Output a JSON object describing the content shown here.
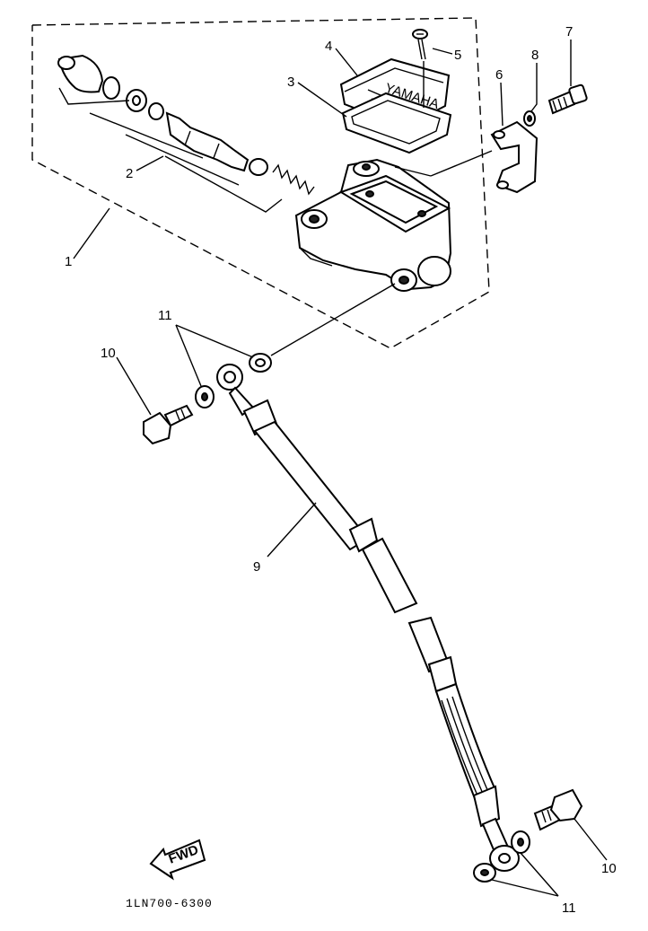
{
  "callouts": {
    "c1": "1",
    "c2": "2",
    "c3": "3",
    "c4": "4",
    "c5": "5",
    "c6": "6",
    "c7": "7",
    "c8": "8",
    "c9": "9",
    "c10a": "10",
    "c10b": "10",
    "c11a": "11",
    "c11b": "11"
  },
  "fwd_label": "FWD",
  "drawing_code": "1LN700-6300",
  "cap_lettering": "YAMAHA"
}
